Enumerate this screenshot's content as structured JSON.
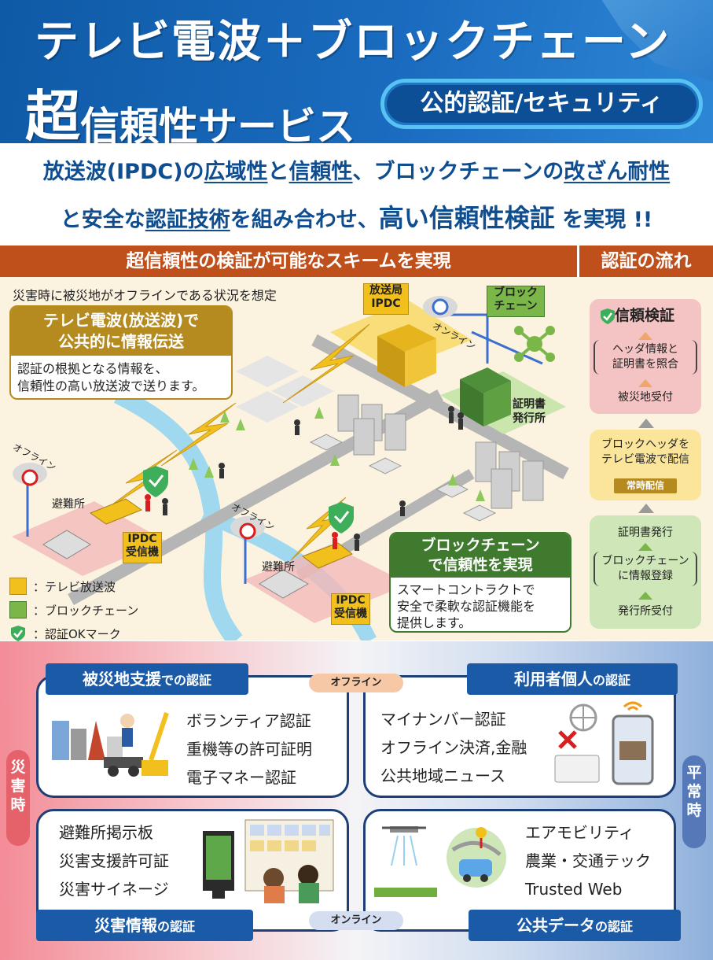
{
  "header": {
    "title_line1": "テレビ電波＋ブロックチェーン",
    "title_big_char": "超",
    "title_line2_rest": "信頼性サービス",
    "badge": "公的認証/セキュリティ"
  },
  "subtitle": {
    "l1_a": "放送波(IPDC)の",
    "l1_u1": "広域性",
    "l1_b": "と",
    "l1_u2": "信頼性",
    "l1_c": "、ブロックチェーンの",
    "l1_u3": "改ざん耐性",
    "l2_a": "と安全な",
    "l2_u1": "認証技術",
    "l2_b": "を組み合わせ、",
    "l2_big": "高い信頼性検証",
    "l2_c": "を実現 !!"
  },
  "bars": {
    "scheme_title": "超信頼性の検証が可能なスキームを実現",
    "flow_title": "認証の流れ"
  },
  "scheme": {
    "note": "災害時に被災地がオフラインである状況を想定",
    "callout_broadcast_title": "テレビ電波(放送波)で\n公共的に情報伝送",
    "callout_broadcast_body": "認証の根拠となる情報を、\n信頼性の高い放送波で送ります。",
    "callout_bc_title": "ブロックチェーン\nで信頼性を実現",
    "callout_bc_body": "スマートコントラクトで\n安全で柔軟な認証機能を\n提供します。",
    "station_label": "放送局\nIPDC",
    "blockchain_label": "ブロック\nチェーン",
    "issuer_label": "証明書\n発行所",
    "ipdc_receiver_label": "IPDC\n受信機",
    "shelter_label": "避難所",
    "online_label": "オンライン",
    "offline_label": "オフライン",
    "legend": [
      {
        "label": "：テレビ放送波",
        "color": "#f2c01c"
      },
      {
        "label": "：ブロックチェーン",
        "color": "#7ab648"
      },
      {
        "label": "：認証OKマーク",
        "color": "#3fae5a"
      }
    ]
  },
  "flow": {
    "verify_title": "信頼検証",
    "verify_step": "ヘッダ情報と\n証明書を照合",
    "verify_receive": "被災地受付",
    "broadcast_step": "ブロックヘッダを\nテレビ電波で配信",
    "broadcast_chip": "常時配信",
    "issue_step": "証明書発行",
    "register_step": "ブロックチェーン\nに情報登録",
    "issuer_receive": "発行所受付"
  },
  "bottom": {
    "disaster_side": "災\n害\n時",
    "normal_side": "平\n常\n時",
    "offline_tag": "オフライン",
    "online_tag": "オンライン",
    "card_disaster_support_head": "被災地支援",
    "card_disaster_support_suffix": "での認証",
    "card_disaster_support_items": [
      "ボランティア認証",
      "重機等の許可証明",
      "電子マネー認証"
    ],
    "card_personal_head": "利用者個人",
    "card_personal_suffix": "の認証",
    "card_personal_items": [
      "マイナンバー認証",
      "オフライン決済,金融",
      "公共地域ニュース"
    ],
    "card_disaster_info_head": "災害情報",
    "card_disaster_info_suffix": "の認証",
    "card_disaster_info_items": [
      "避難所掲示板",
      "災害支援許可証",
      "災害サイネージ"
    ],
    "card_public_head": "公共データ",
    "card_public_suffix": "の認証",
    "card_public_items": [
      "エアモビリティ",
      "農業・交通テック",
      "Trusted Web"
    ]
  },
  "colors": {
    "header_blue": "#1a6bbf",
    "bar_orange": "#c0501b",
    "broadcast_gold": "#f2c01c",
    "blockchain_green": "#7ab648",
    "card_navy": "#1b5aa6"
  }
}
